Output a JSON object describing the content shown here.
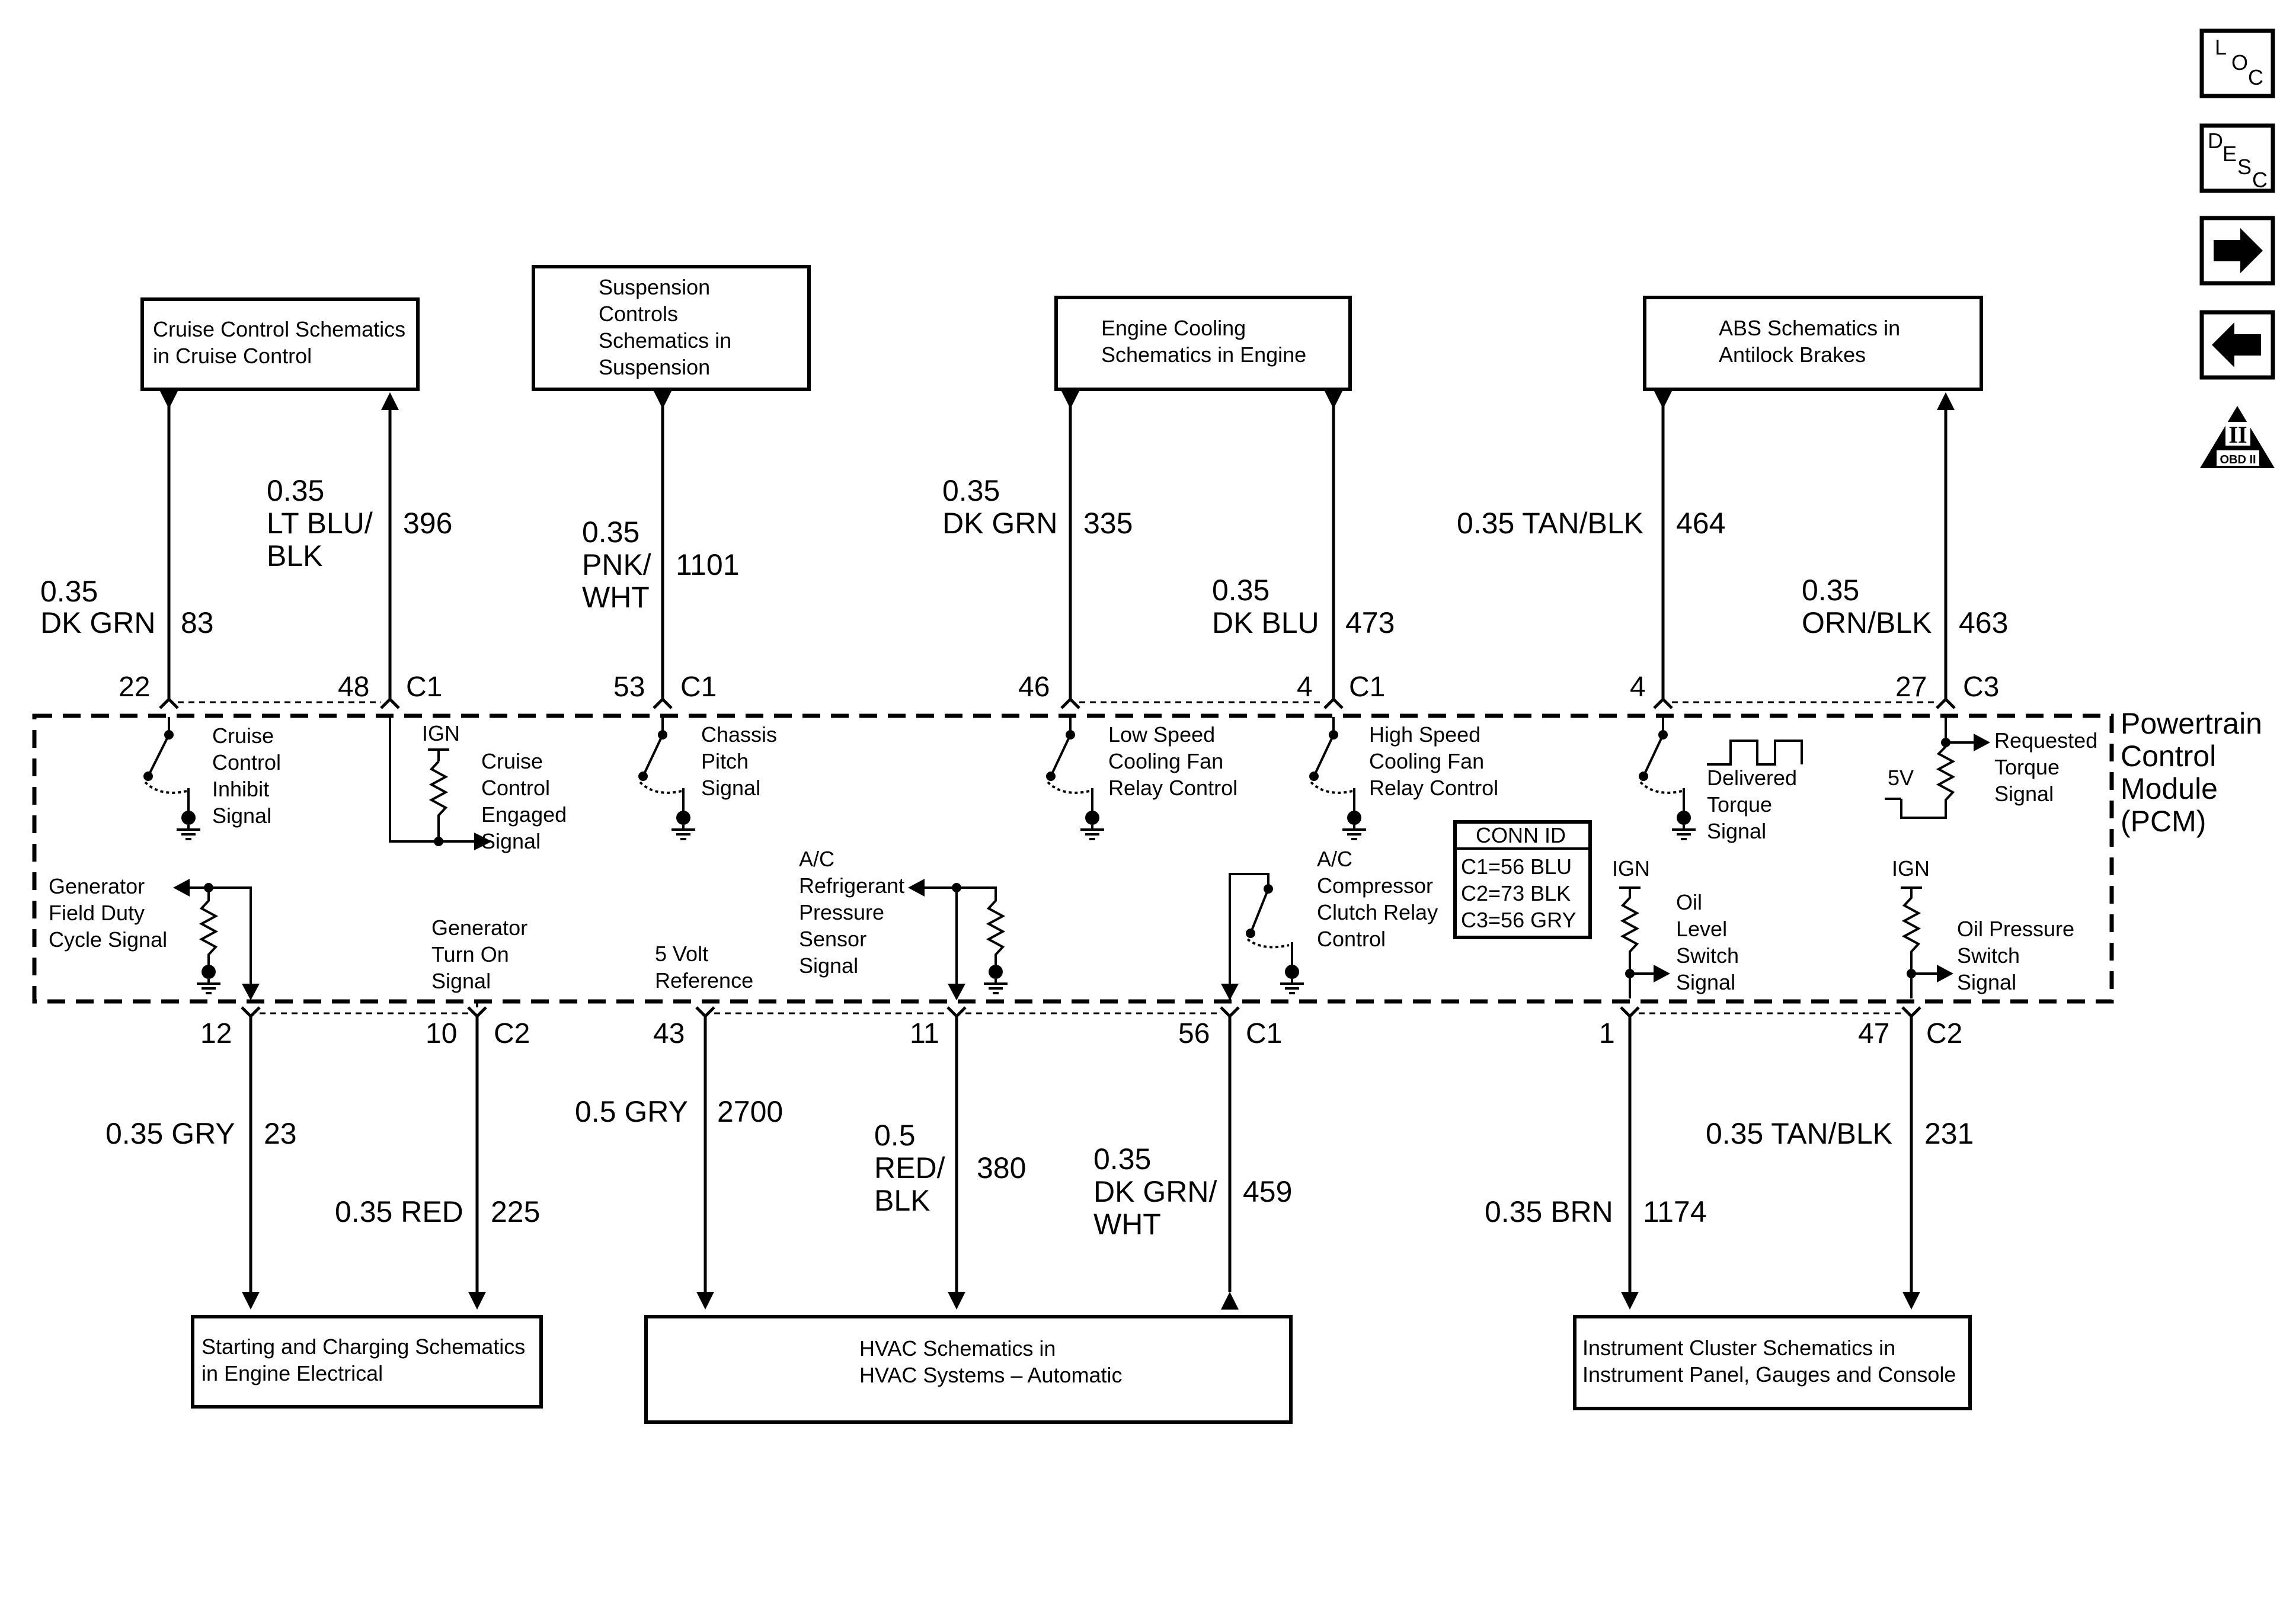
{
  "nav_buttons": {
    "loc": {
      "l1": "L",
      "l2": "O",
      "l3": "C"
    },
    "desc": {
      "l1": "D",
      "l2": "E",
      "l3": "S",
      "l4": "C"
    },
    "forward_icon": "right-arrow-icon",
    "back_icon": "left-arrow-icon",
    "obd": {
      "roman": "II",
      "label": "OBD II"
    }
  },
  "top_boxes": {
    "cruise": [
      "Cruise Control Schematics",
      "in Cruise Control"
    ],
    "suspension": [
      "Suspension",
      "Controls",
      "Schematics in",
      "Suspension"
    ],
    "cooling": [
      "Engine Cooling",
      "Schematics in Engine"
    ],
    "abs": [
      "ABS Schematics in",
      "Antilock Brakes"
    ]
  },
  "bottom_boxes": {
    "starting": [
      "Starting and Charging Schematics",
      "in Engine Electrical"
    ],
    "hvac": [
      "HVAC Schematics in",
      "HVAC Systems – Automatic"
    ],
    "cluster": [
      "Instrument Cluster Schematics in",
      "Instrument Panel, Gauges and Console"
    ]
  },
  "top_wires": {
    "w83": {
      "size": "0.35",
      "color": "DK GRN",
      "circuit": "83",
      "pin": "22"
    },
    "w396": {
      "size": "0.35",
      "color1": "LT BLU/",
      "color2": "BLK",
      "circuit": "396",
      "pin": "48",
      "conn": "C1"
    },
    "w1101": {
      "size": "0.35",
      "color1": "PNK/",
      "color2": "WHT",
      "circuit": "1101",
      "pin": "53",
      "conn": "C1"
    },
    "w335": {
      "size": "0.35",
      "color": "DK GRN",
      "circuit": "335",
      "pin": "46"
    },
    "w473": {
      "size": "0.35",
      "color": "DK BLU",
      "circuit": "473",
      "pin": "4",
      "conn": "C1"
    },
    "w464": {
      "size_color": "0.35 TAN/BLK",
      "circuit": "464",
      "pin": "4"
    },
    "w463": {
      "size": "0.35",
      "color": "ORN/BLK",
      "circuit": "463",
      "pin": "27",
      "conn": "C3"
    }
  },
  "bottom_wires": {
    "w23": {
      "size_color": "0.35 GRY",
      "circuit": "23",
      "pin": "12"
    },
    "w225": {
      "size_color": "0.35 RED",
      "circuit": "225",
      "pin": "10",
      "conn": "C2"
    },
    "w2700": {
      "size_color": "0.5 GRY",
      "circuit": "2700",
      "pin": "43"
    },
    "w380": {
      "size": "0.5",
      "color1": "RED/",
      "color2": "BLK",
      "circuit": "380",
      "pin": "11"
    },
    "w459": {
      "size": "0.35",
      "color1": "DK GRN/",
      "color2": "WHT",
      "circuit": "459",
      "pin": "56",
      "conn": "C1"
    },
    "w1174": {
      "size_color": "0.35 BRN",
      "circuit": "1174",
      "pin": "1"
    },
    "w231": {
      "size_color": "0.35 TAN/BLK",
      "circuit": "231",
      "pin": "47",
      "conn": "C2"
    }
  },
  "pcm": {
    "title": [
      "Powertrain",
      "Control",
      "Module",
      "(PCM)"
    ],
    "signals": {
      "cruise_inhibit": [
        "Cruise",
        "Control",
        "Inhibit",
        "Signal"
      ],
      "cruise_engaged": [
        "Cruise",
        "Control",
        "Engaged",
        "Signal"
      ],
      "chassis_pitch": [
        "Chassis",
        "Pitch",
        "Signal"
      ],
      "low_fan": [
        "Low Speed",
        "Cooling Fan",
        "Relay Control"
      ],
      "high_fan": [
        "High Speed",
        "Cooling Fan",
        "Relay Control"
      ],
      "delivered_torque": [
        "Delivered",
        "Torque",
        "Signal"
      ],
      "requested_torque": [
        "Requested",
        "Torque",
        "Signal"
      ],
      "gen_field": [
        "Generator",
        "Field Duty",
        "Cycle Signal"
      ],
      "gen_turn_on": [
        "Generator",
        "Turn On",
        "Signal"
      ],
      "five_volt": [
        "5 Volt",
        "Reference"
      ],
      "ac_pressure": [
        "A/C",
        "Refrigerant",
        "Pressure",
        "Sensor",
        "Signal"
      ],
      "ac_clutch": [
        "A/C",
        "Compressor",
        "Clutch Relay",
        "Control"
      ],
      "oil_level": [
        "Oil",
        "Level",
        "Switch",
        "Signal"
      ],
      "oil_pressure": [
        "Oil Pressure",
        "Switch",
        "Signal"
      ]
    },
    "ign": "IGN",
    "five_v": "5V",
    "conn_id": {
      "title": "CONN ID",
      "rows": [
        "C1=56 BLU",
        "C2=73 BLK",
        "C3=56 GRY"
      ]
    }
  }
}
